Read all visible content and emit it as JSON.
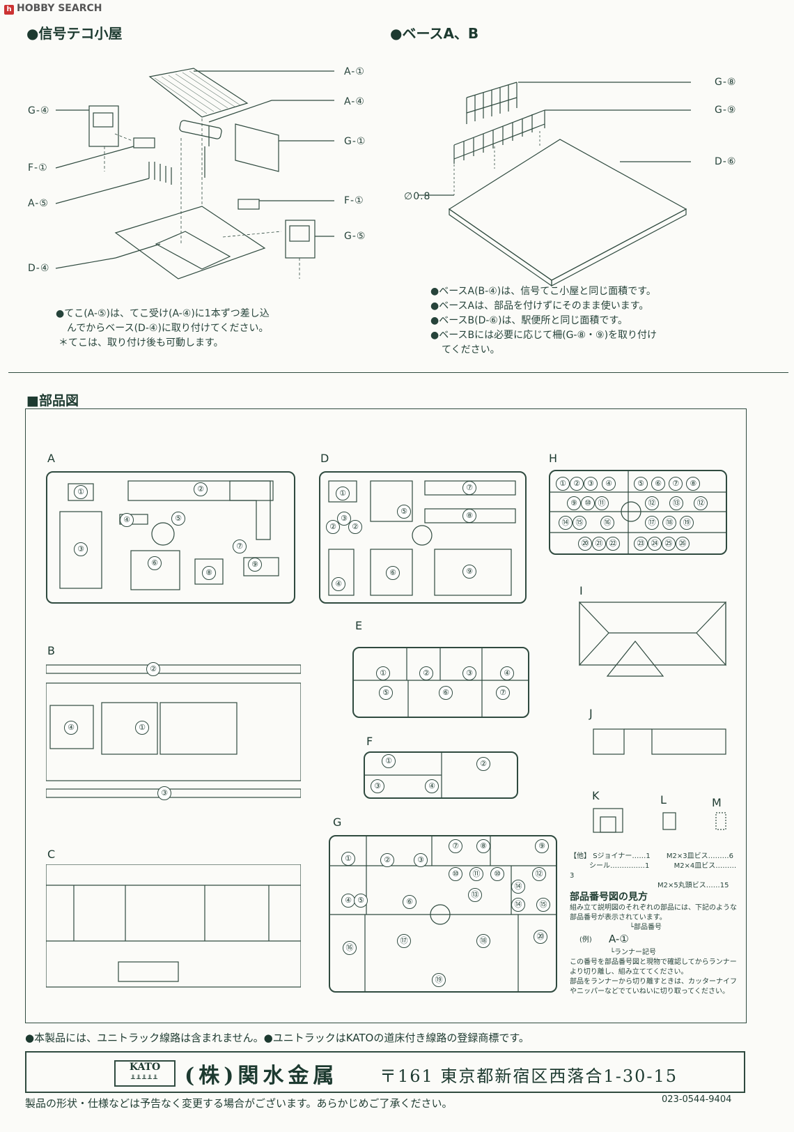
{
  "watermark": {
    "text": "HOBBY SEARCH"
  },
  "top_left": {
    "heading": "●信号テコ小屋",
    "labels": [
      "A-①",
      "A-④",
      "G-④",
      "G-①",
      "F-①",
      "A-⑤",
      "F-①",
      "G-⑤",
      "D-④"
    ],
    "notes": [
      "●てこ(A-⑤)は、てこ受け(A-④)に1本ずつ差し込",
      "んでからベース(D-④)に取り付けてください。",
      "＊てこは、取り付け後も可動します。"
    ]
  },
  "top_right": {
    "heading": "●ベースA、B",
    "labels": [
      "G-⑧",
      "G-⑨",
      "D-⑥",
      "∅0.8"
    ],
    "notes": [
      "●ベースA(B-④)は、信号てこ小屋と同じ面積です。",
      "●ベースAは、部品を付けずにそのまま使います。",
      "●ベースB(D-⑥)は、駅便所と同じ面積です。",
      "●ベースBには必要に応じて柵(G-⑧・⑨)を取り付け",
      "てください。"
    ]
  },
  "parts": {
    "heading": "■部品図",
    "panels": [
      "A",
      "B",
      "C",
      "D",
      "E",
      "F",
      "G",
      "H",
      "I",
      "J",
      "K",
      "L",
      "M"
    ],
    "A_nums": [
      "①",
      "②",
      "③",
      "④",
      "⑤",
      "⑥",
      "⑦",
      "⑧",
      "⑨"
    ],
    "D_nums": [
      "①",
      "②",
      "③",
      "②",
      "④",
      "⑤",
      "⑥",
      "⑦",
      "⑧",
      "⑨"
    ],
    "E_nums": [
      "①",
      "②",
      "③",
      "④",
      "⑤",
      "⑥",
      "⑦"
    ],
    "F_nums": [
      "①",
      "②",
      "③",
      "④"
    ],
    "H_nums": [
      "①",
      "②",
      "③",
      "④",
      "⑤",
      "⑥",
      "⑦",
      "⑧",
      "⑨",
      "⑩",
      "⑪",
      "⑫",
      "⑬",
      "⑫",
      "⑭",
      "⑮",
      "⑯",
      "⑰",
      "⑱",
      "⑲",
      "⑳",
      "㉑",
      "㉒",
      "㉓",
      "㉔",
      "㉕",
      "㉖"
    ],
    "G_nums": [
      "①",
      "②",
      "③",
      "④",
      "⑤",
      "⑥",
      "⑦",
      "⑧",
      "⑨",
      "⑩",
      "⑪",
      "⑩",
      "⑫",
      "⑬",
      "⑭",
      "⑭",
      "⑮",
      "⑯",
      "⑰",
      "⑱",
      "⑲",
      "⑳"
    ],
    "B_nums": [
      "②",
      "④",
      "①",
      "③"
    ],
    "other_title": "【他】",
    "other_items": [
      "Sジョイナー……1",
      "シール……………1",
      "M2×3皿ビス………6",
      "M2×4皿ビス………3",
      "M2×5丸頭ビス……15"
    ],
    "howto_title": "部品番号図の見方",
    "howto_lines": [
      "組み立て説明図のそれぞれの部品には、下記のような",
      "部品番号が表示されています。",
      "└部品番号",
      "(例)",
      "A-①",
      "└ランナー記号",
      "この番号を部品番号図と現物で確認してからランナー",
      "より切り離し、組み立ててください。",
      "部品をランナーから切り離すときは、カッターナイフ",
      "やニッパーなどでていねいに切り取ってください。"
    ]
  },
  "footer": {
    "trademark": "●本製品には、ユニトラック線路は含まれません。●ユニトラックはKATOの道床付き線路の登録商標です。",
    "logo": "KATO",
    "company": "(株)関水金属",
    "address": "〒161 東京都新宿区西落合1-30-15",
    "disclaimer": "製品の形状・仕様などは予告なく変更する場合がございます。あらかじめご了承ください。",
    "code": "023-0544-9404"
  }
}
